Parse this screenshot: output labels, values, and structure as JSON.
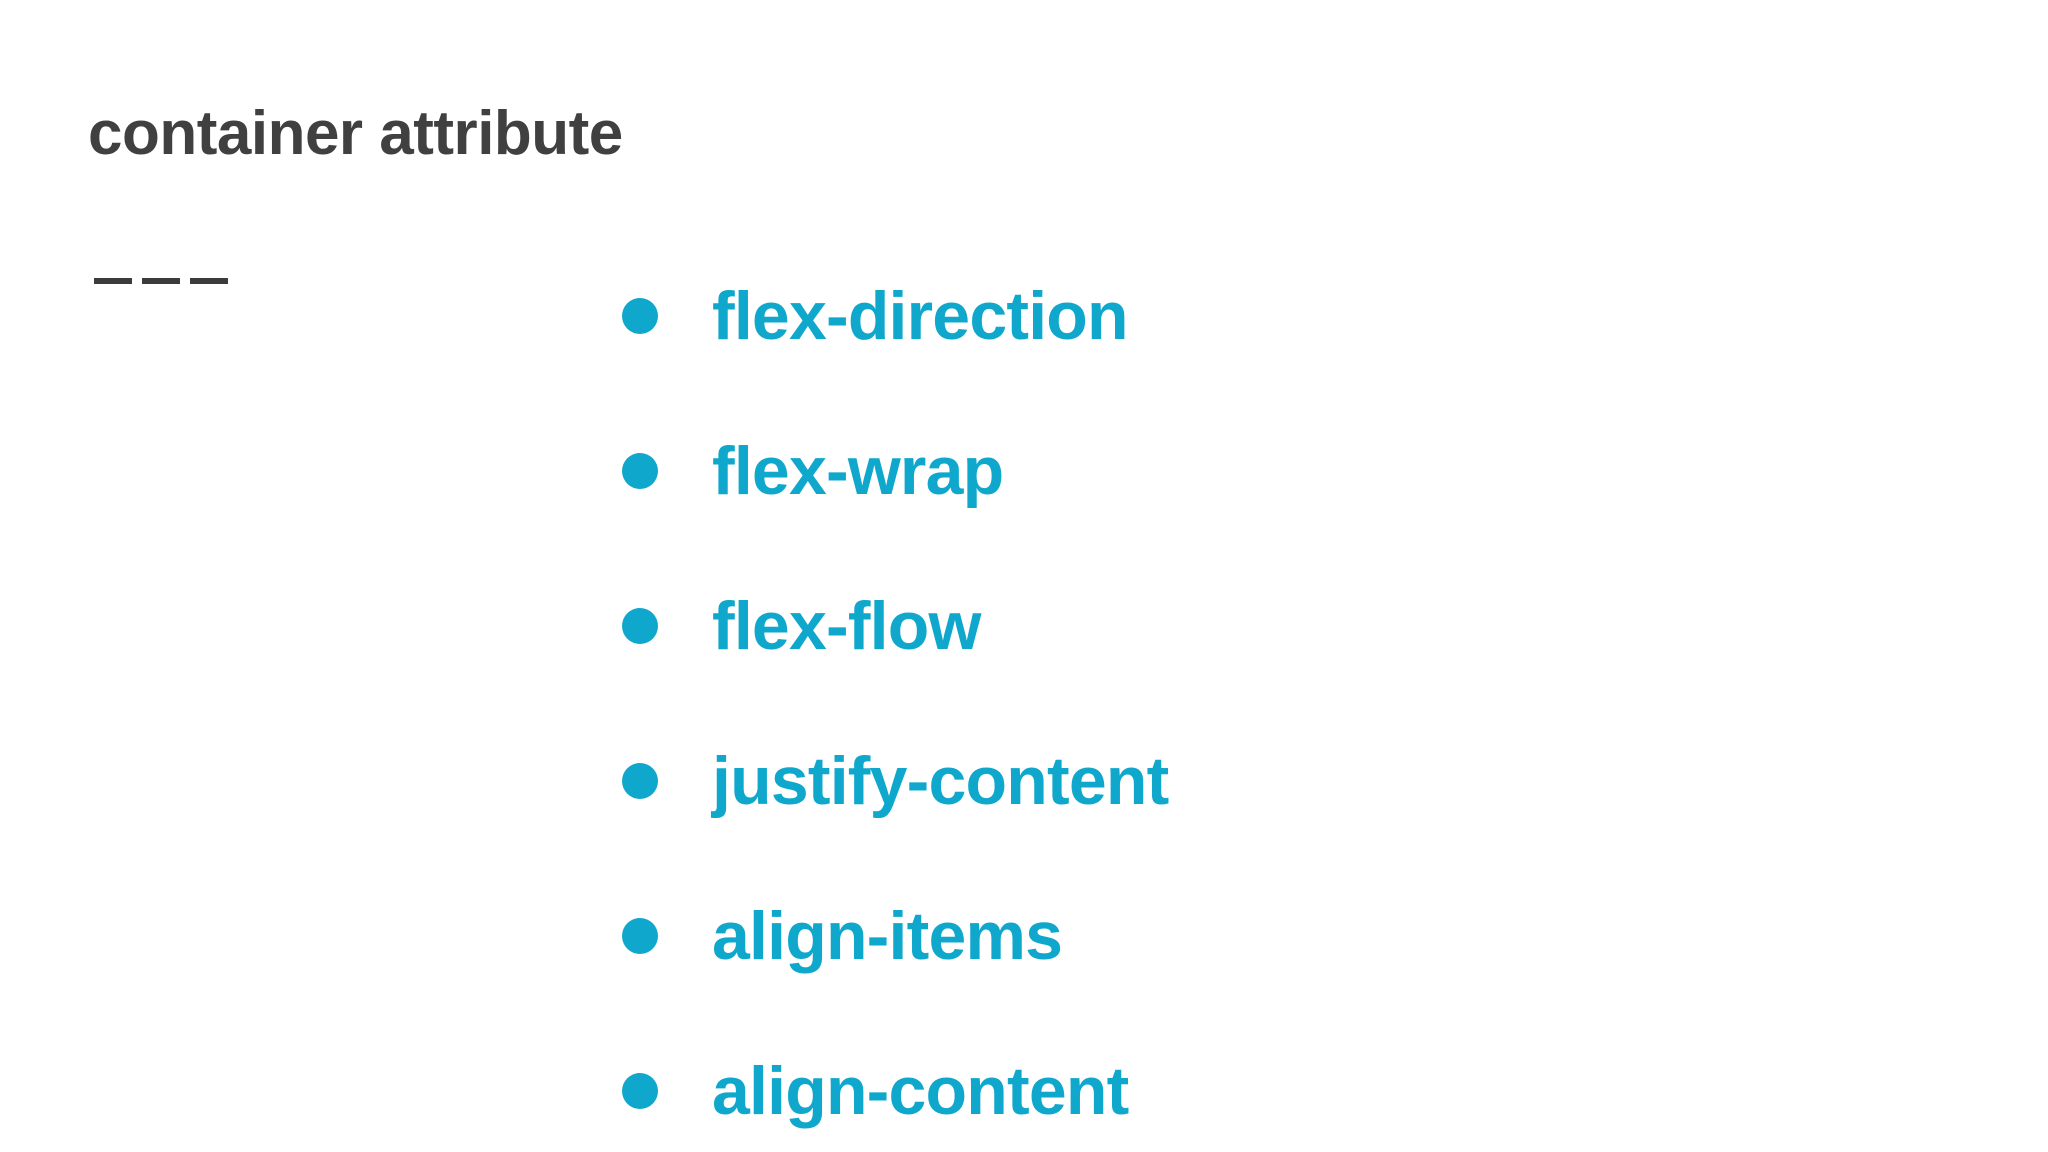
{
  "slide": {
    "title": "container attribute",
    "title_color": "#404040",
    "background_color": "#ffffff",
    "accent_color": "#0FA8CC"
  },
  "marker": {
    "name": "em-dash-rule",
    "glyph": "—",
    "count": 3,
    "color": "#3b3b3b"
  },
  "list": {
    "bullet_glyph": "●",
    "items": [
      {
        "label": "flex-direction"
      },
      {
        "label": "flex-wrap"
      },
      {
        "label": "flex-flow"
      },
      {
        "label": "justify-content"
      },
      {
        "label": "align-items"
      },
      {
        "label": "align-content"
      }
    ]
  }
}
